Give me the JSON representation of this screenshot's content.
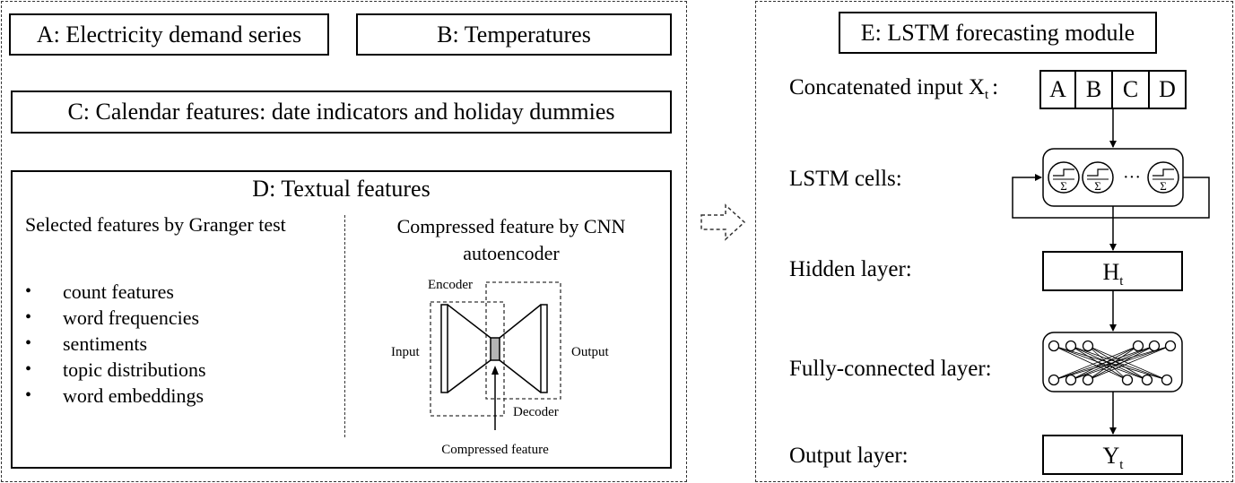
{
  "left_panel": {
    "box_a": "A: Electricity demand series",
    "box_b": "B: Temperatures",
    "box_c": "C: Calendar features: date indicators and holiday dummies",
    "box_d": {
      "title": "D: Textual features",
      "granger_heading": "Selected features by Granger test",
      "features": [
        "count features",
        "word frequencies",
        "sentiments",
        "topic distributions",
        "word embeddings"
      ],
      "cnn_heading_line1": "Compressed feature by CNN",
      "cnn_heading_line2": "autoencoder",
      "ae_labels": {
        "encoder": "Encoder",
        "decoder": "Decoder",
        "input": "Input",
        "output": "Output",
        "compressed": "Compressed feature"
      }
    }
  },
  "right_panel": {
    "title": "E: LSTM forecasting module",
    "concat_label": "Concatenated input X",
    "concat_sub": "t",
    "concat_colon": ":",
    "input_cells": [
      "A",
      "B",
      "C",
      "D"
    ],
    "lstm_label": "LSTM cells:",
    "lstm_ellipsis": "···",
    "lstm_sigma": "Σ",
    "hidden_label": "Hidden layer:",
    "hidden_value": "H",
    "hidden_sub": "t",
    "fc_label": "Fully-connected layer:",
    "output_label": "Output layer:",
    "output_value": "Y",
    "output_sub": "t"
  },
  "colors": {
    "line": "#000000",
    "dashed": "#333333",
    "compressed_fill": "#b5b5b5"
  }
}
